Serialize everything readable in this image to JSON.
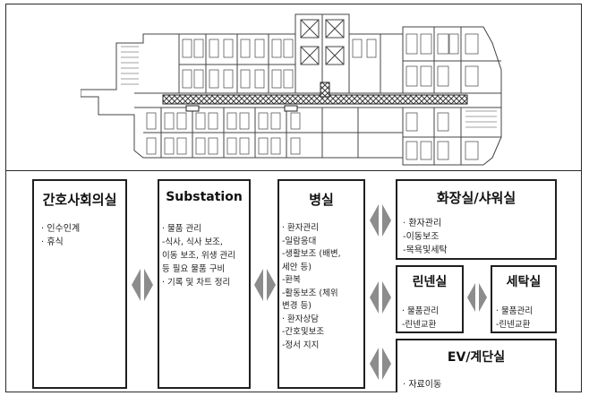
{
  "boxes": {
    "nurse_room": {
      "title": "간호사회의실",
      "items": [
        "· 인수인계",
        "· 휴식"
      ]
    },
    "substation": {
      "title": "Substation",
      "items": [
        "· 물품 관리",
        "  -식사, 식사 보조,",
        "이동 보조, 위생 관리",
        "등 필요 물품 구비",
        "  · 기록 및 차트 정리"
      ]
    },
    "ward": {
      "title": "병실",
      "items": [
        "· 환자관리",
        "  -일람응대",
        "  -생활보조 (배변,",
        "세안 등)",
        "  -환복",
        "  -활동보조 (체위",
        "변경 등)",
        "  · 환자상담",
        "  -간호및보조",
        "  -정서 지지"
      ]
    },
    "bathroom": {
      "title": "화장실/샤워실",
      "items": [
        "· 환자관리",
        "  -이동보조",
        "  -목욕및세탁"
      ]
    },
    "linen": {
      "title": "린넨실",
      "items": [
        "· 물품관리",
        "  -린넨교환"
      ]
    },
    "laundry": {
      "title": "세탁실",
      "items": [
        "· 물품관리",
        "  -린넨교환"
      ]
    },
    "ev": {
      "title": "EV/계단실",
      "items": [
        "· 자료이동"
      ]
    }
  },
  "colors": {
    "arrow": "#8c8c8c",
    "line": "#1f1f1f",
    "hatch": "#3a3a3a"
  }
}
